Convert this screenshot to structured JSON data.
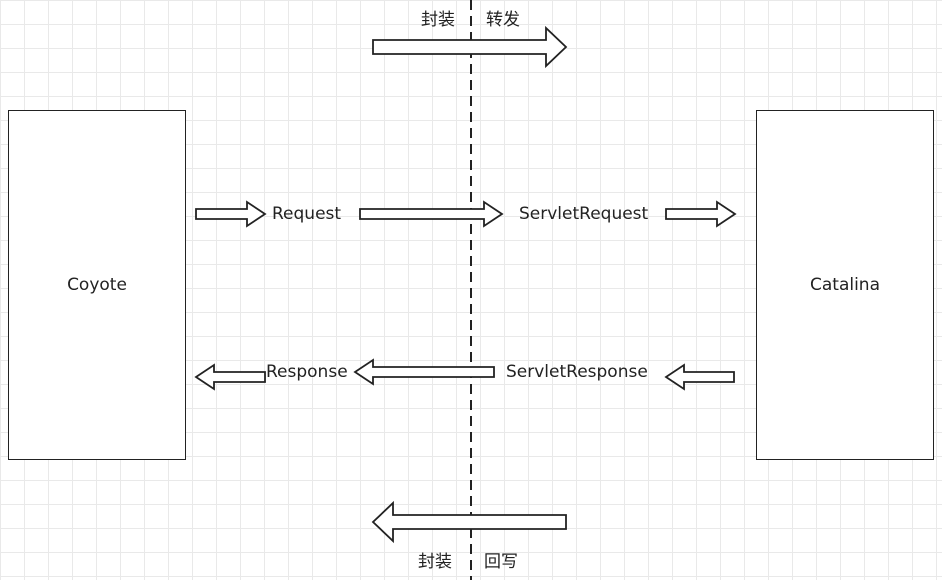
{
  "top_labels": {
    "left": "封装",
    "right": "转发"
  },
  "bottom_labels": {
    "left": "封装",
    "right": "回写"
  },
  "boxes": {
    "left": "Coyote",
    "right": "Catalina"
  },
  "flow": {
    "request": "Request",
    "servlet_request": "ServletRequest",
    "response": "Response",
    "servlet_response": "ServletResponse"
  }
}
